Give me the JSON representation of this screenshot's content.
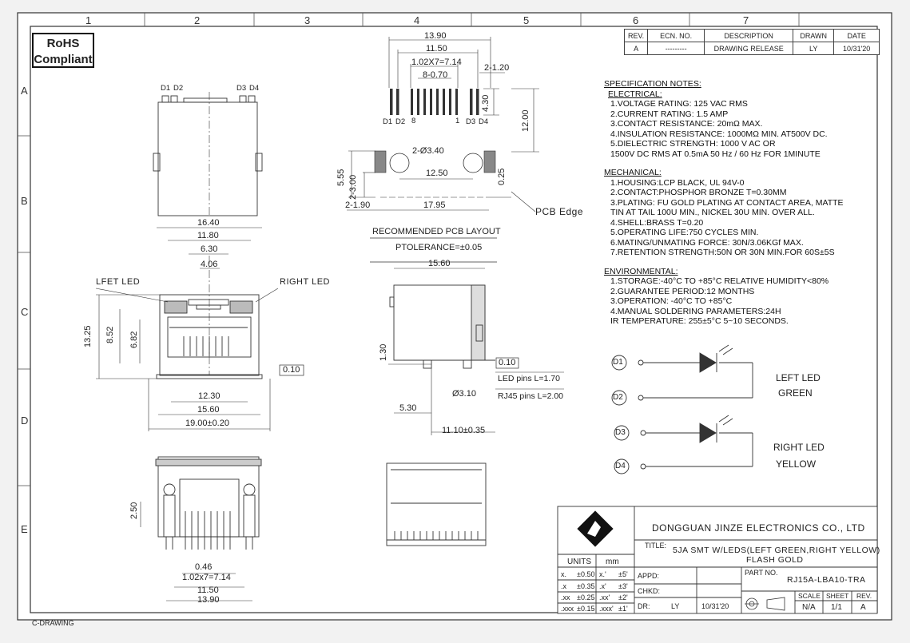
{
  "zones_top": [
    "1",
    "2",
    "3",
    "4",
    "5",
    "6",
    "7"
  ],
  "zones_side": [
    "A",
    "B",
    "C",
    "D",
    "E"
  ],
  "rohs": {
    "line1": "RoHS",
    "line2": "Compliant"
  },
  "revision_table": {
    "headers": [
      "REV.",
      "ECN. NO.",
      "DESCRIPTION",
      "DRAWN",
      "DATE"
    ],
    "row": [
      "A",
      "---------",
      "DRAWING RELEASE",
      "LY",
      "10/31'20"
    ]
  },
  "spec": {
    "title": "SPECIFICATION NOTES:",
    "electrical": {
      "heading": "ELECTRICAL:",
      "items": [
        "1.VOLTAGE RATING: 125 VAC RMS",
        "2.CURRENT RATING: 1.5 AMP",
        "3.CONTACT RESISTANCE: 20mΩ MAX.",
        "4.INSULATION RESISTANCE: 1000MΩ MIN. AT500V DC.",
        "5.DIELECTRIC STRENGTH: 1000 V AC OR",
        "1500V DC RMS AT 0.5mA 50 Hz / 60 Hz FOR 1MINUTE"
      ]
    },
    "mechanical": {
      "heading": "MECHANICAL:",
      "items": [
        "1.HOUSING:LCP BLACK, UL 94V-0",
        "2.CONTACT:PHOSPHOR BRONZE T=0.30MM",
        "3.PLATING: FU GOLD PLATING AT CONTACT AREA, MATTE",
        "TIN AT TAIL 100U MIN., NICKEL 30U MIN. OVER ALL.",
        "4.SHELL:BRASS T=0.20",
        "5.OPERATING LIFE:750 CYCLES MIN.",
        "6.MATING/UNMATING FORCE: 30N/3.06KGf MAX.",
        "7.RETENTION STRENGTH:50N OR 30N MIN.FOR 60S±5S"
      ]
    },
    "environmental": {
      "heading": "ENVIRONMENTAL:",
      "items": [
        "1.STORAGE:-40°C TO +85°C RELATIVE HUMIDITY<80%",
        "2.GUARANTEE PERIOD:12 MONTHS",
        "3.OPERATION: -40°C TO +85°C",
        "4.MANUAL SOLDERING PARAMETERS:24H",
        "IR TEMPERATURE: 255±5°C 5~10 SECONDS."
      ]
    }
  },
  "led_schematic": {
    "d1": "D1",
    "d2": "D2",
    "d3": "D3",
    "d4": "D4",
    "left_led": "LEFT LED",
    "green": "GREEN",
    "right_led": "RIGHT LED",
    "yellow": "YELLOW"
  },
  "dims": {
    "top": {
      "w1390": "13.90",
      "w1150": "11.50",
      "w714": "1.02X7=7.14",
      "w070": "8-0.70",
      "w120": "2-1.20",
      "h430": "4.30",
      "h1200": "12.00",
      "d1": "D1",
      "d2": "D2",
      "p8": "8",
      "p1": "1",
      "d3": "D3",
      "d4": "D4"
    },
    "pcb": {
      "hole": "2-Ø3.40",
      "w1250": "12.50",
      "h555": "5.55",
      "h300": "2-3.00",
      "h025": "0.25",
      "w190": "2-1.90",
      "w1795": "17.95",
      "edge": "PCB   Edge",
      "title": "RECOMMENDED PCB LAYOUT",
      "tolerance": "PTOLERANCE=±0.05"
    },
    "front": {
      "d1": "D1",
      "d2": "D2",
      "d3": "D3",
      "d4": "D4",
      "w1640": "16.40",
      "w1180": "11.80",
      "w630": "6.30",
      "w406": "4.06",
      "left_led": "LFET LED",
      "right_led": "RIGHT LED",
      "h1325": "13.25",
      "h852": "8.52",
      "h682": "6.82",
      "flat": "0.10",
      "w1230": "12.30",
      "w1560": "15.60",
      "w1900": "19.00±0.20"
    },
    "side": {
      "w1560": "15.60",
      "h130": "1.30",
      "flat": "0.10",
      "led_pins": "LED pins L=1.70",
      "rj45_pins": "RJ45 pins L=2.00",
      "d310": "Ø3.10",
      "w530": "5.30",
      "w1110": "11.10±0.35"
    },
    "bottom": {
      "h250": "2.50",
      "w046": "0.46",
      "w714": "1.02x7=7.14",
      "w1150": "11.50",
      "w1390": "13.90"
    }
  },
  "title_block": {
    "company": "DONGGUAN JINZE ELECTRONICS CO., LTD",
    "title_label": "TITLE:",
    "title_line1": "5JA SMT W/LEDS(LEFT GREEN,RIGHT YELLOW)",
    "title_line2": "FLASH GOLD",
    "units_label": "UNITS",
    "units_value": "mm",
    "tol_rows": [
      {
        "a": "x.",
        "b": "±0.50",
        "c": "x.'",
        "d": "±5'"
      },
      {
        "a": ".x",
        "b": "±0.35",
        "c": ".x'",
        "d": "±3'"
      },
      {
        "a": ".xx",
        "b": "±0.25",
        "c": ".xx'",
        "d": "±2'"
      },
      {
        "a": ".xxx",
        "b": "±0.15",
        "c": ".xxx'",
        "d": "±1'"
      }
    ],
    "appd": "APPD:",
    "chkd": "CHKD:",
    "dr": "DR:",
    "dr_name": "LY",
    "dr_date": "10/31'20",
    "part_no_label": "PART NO.",
    "part_no": "RJ15A-LBA10-TRA",
    "scale_label": "SCALE",
    "scale": "N/A",
    "sheet_label": "SHEET",
    "sheet": "1/1",
    "rev_label": "REV.",
    "rev": "A"
  },
  "footer": "C-DRAWING"
}
